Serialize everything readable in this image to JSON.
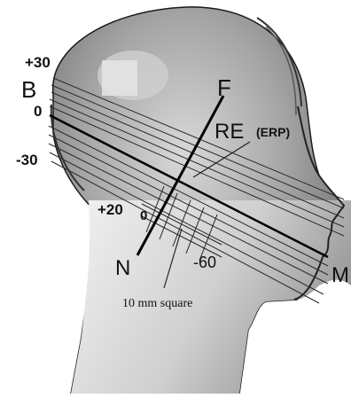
{
  "figure": {
    "labels": {
      "top_plus30": "+30",
      "B": "B",
      "B_zero": "0",
      "left_minus30": "-30",
      "F": "F",
      "RE": "RE",
      "ERP": "(ERP)",
      "plus20": "+20",
      "center_zero": "0",
      "N": "N",
      "minus60": "-60",
      "M": "M",
      "grid_note": "10 mm square"
    },
    "colors": {
      "background": "#ffffff",
      "line": "#111111"
    }
  }
}
